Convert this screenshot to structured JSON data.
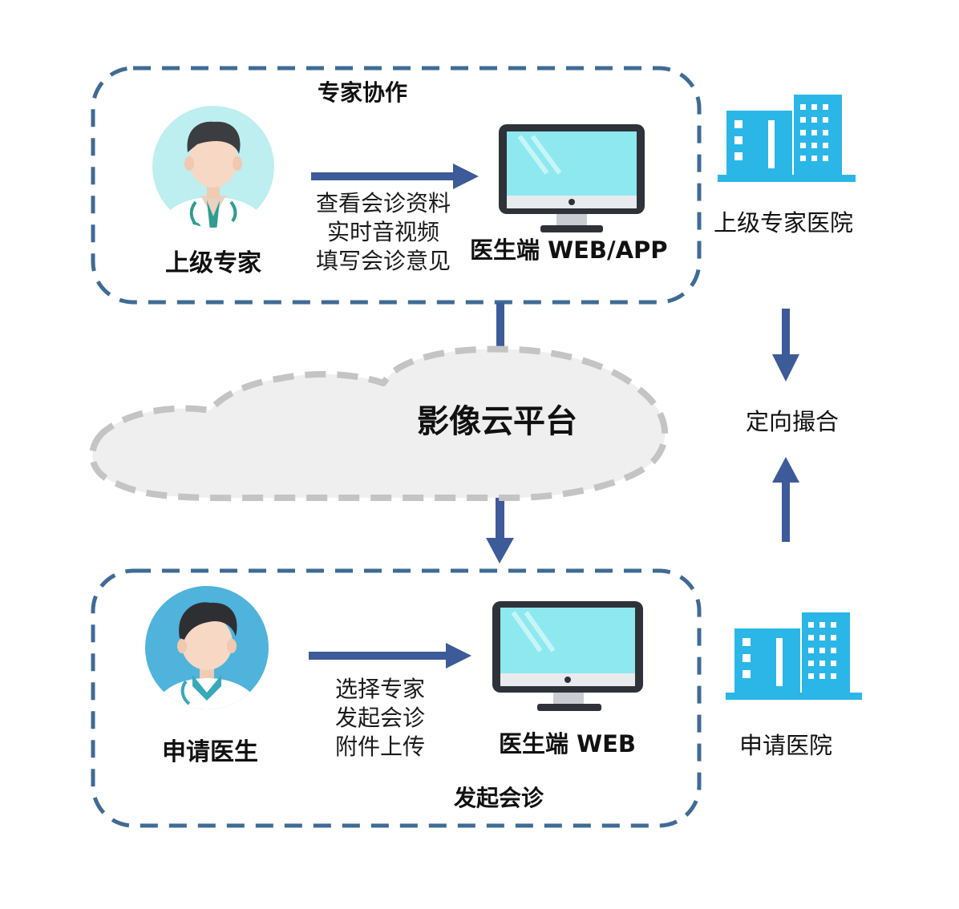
{
  "top_group": {
    "title": "专家协作",
    "person_label": "上级专家",
    "actions": [
      "查看会诊资料",
      "实时音视频",
      "填写会诊意见"
    ],
    "terminal_label": "医生端 WEB/APP"
  },
  "platform": {
    "label": "影像云平台"
  },
  "bottom_group": {
    "title": "发起会诊",
    "person_label": "申请医生",
    "actions": [
      "选择专家",
      "发起会诊",
      "附件上传"
    ],
    "terminal_label": "医生端 WEB"
  },
  "right_side": {
    "top_hospital_label": "上级专家医院",
    "matching_label": "定向撮合",
    "bottom_hospital_label": "申请医院"
  },
  "colors": {
    "dashed_border": "#3f6b94",
    "arrow": "#3d5a99",
    "building": "#2bb6e8",
    "cloud_fill": "#efefef",
    "cloud_border": "#c4c4c4",
    "monitor_screen": "#8ee8ef",
    "monitor_frame": "#2f3238"
  },
  "icons": {
    "top_person": "doctor-avatar-icon",
    "bottom_person": "doctor-avatar-icon",
    "terminal": "desktop-monitor-icon",
    "hospital": "hospital-building-icon"
  }
}
